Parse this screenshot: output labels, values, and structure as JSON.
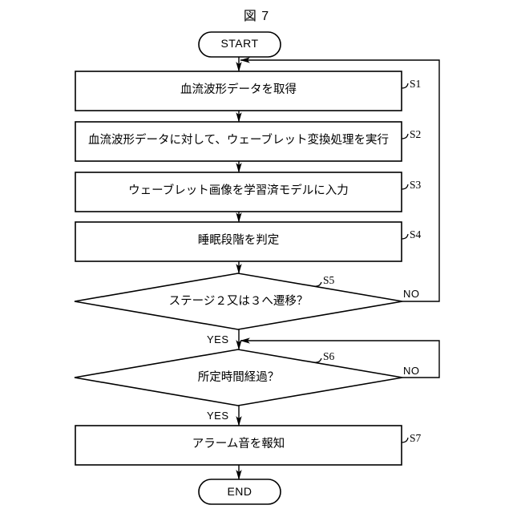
{
  "figure": {
    "title": "図 7"
  },
  "colors": {
    "stroke": "#000000",
    "background": "#ffffff",
    "text": "#000000"
  },
  "chart_data": {
    "type": "diagram",
    "diagram_kind": "flowchart",
    "title": "図 7",
    "orientation": "top-to-bottom",
    "nodes": [
      {
        "id": "start",
        "shape": "terminator",
        "label": "START",
        "tag": ""
      },
      {
        "id": "s1",
        "shape": "process",
        "label": "血流波形データを取得",
        "tag": "S1"
      },
      {
        "id": "s2",
        "shape": "process",
        "label": "血流波形データに対して、ウェーブレット変換処理を実行",
        "tag": "S2"
      },
      {
        "id": "s3",
        "shape": "process",
        "label": "ウェーブレット画像を学習済モデルに入力",
        "tag": "S3"
      },
      {
        "id": "s4",
        "shape": "process",
        "label": "睡眠段階を判定",
        "tag": "S4"
      },
      {
        "id": "s5",
        "shape": "decision",
        "label": "ステージ２又は３へ遷移？",
        "tag": "S5"
      },
      {
        "id": "s6",
        "shape": "decision",
        "label": "所定時間経過？",
        "tag": "S6"
      },
      {
        "id": "s7",
        "shape": "process",
        "label": "アラーム音を報知",
        "tag": "S7"
      },
      {
        "id": "end",
        "shape": "terminator",
        "label": "END",
        "tag": ""
      }
    ],
    "edges": [
      {
        "from": "start",
        "to": "s1",
        "label": ""
      },
      {
        "from": "s1",
        "to": "s2",
        "label": ""
      },
      {
        "from": "s2",
        "to": "s3",
        "label": ""
      },
      {
        "from": "s3",
        "to": "s4",
        "label": ""
      },
      {
        "from": "s4",
        "to": "s5",
        "label": ""
      },
      {
        "from": "s5",
        "to": "s6",
        "label": "YES"
      },
      {
        "from": "s5",
        "to": "s1",
        "label": "NO"
      },
      {
        "from": "s6",
        "to": "s7",
        "label": "YES"
      },
      {
        "from": "s6",
        "to": "s6_entry",
        "label": "NO"
      },
      {
        "from": "s7",
        "to": "end",
        "label": ""
      }
    ]
  },
  "branch_labels": {
    "s5_no": "NO",
    "s5_yes": "YES",
    "s6_no": "NO",
    "s6_yes": "YES"
  }
}
